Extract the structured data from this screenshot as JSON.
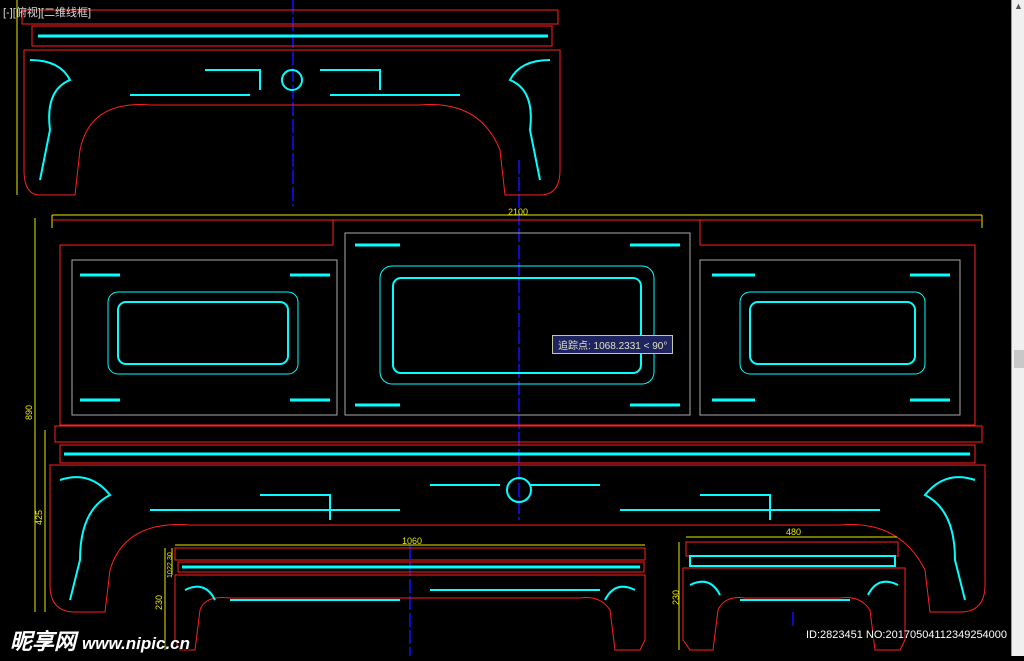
{
  "viewport": {
    "label": "[-][俯视][二维线框]"
  },
  "tooltip": {
    "text": "追踪点: 1068.2331 < 90°"
  },
  "dimensions": {
    "sofa_width": "2100",
    "sofa_height": "890",
    "seat_height": "425",
    "table_width": "1060",
    "table_height": "230",
    "table_top_a": "30",
    "table_top_b": "22",
    "table_top_c": "10",
    "stool_width": "480",
    "stool_height": "230"
  },
  "watermark": {
    "logo": "昵享网",
    "url": "www.nipic.cn",
    "id": "ID:2823451 NO:20170504112349254000"
  },
  "colors": {
    "outline": "#ff0000",
    "carving": "#00ffff",
    "dimension": "#e8e800",
    "axis": "#0000ff",
    "background": "#000000"
  }
}
